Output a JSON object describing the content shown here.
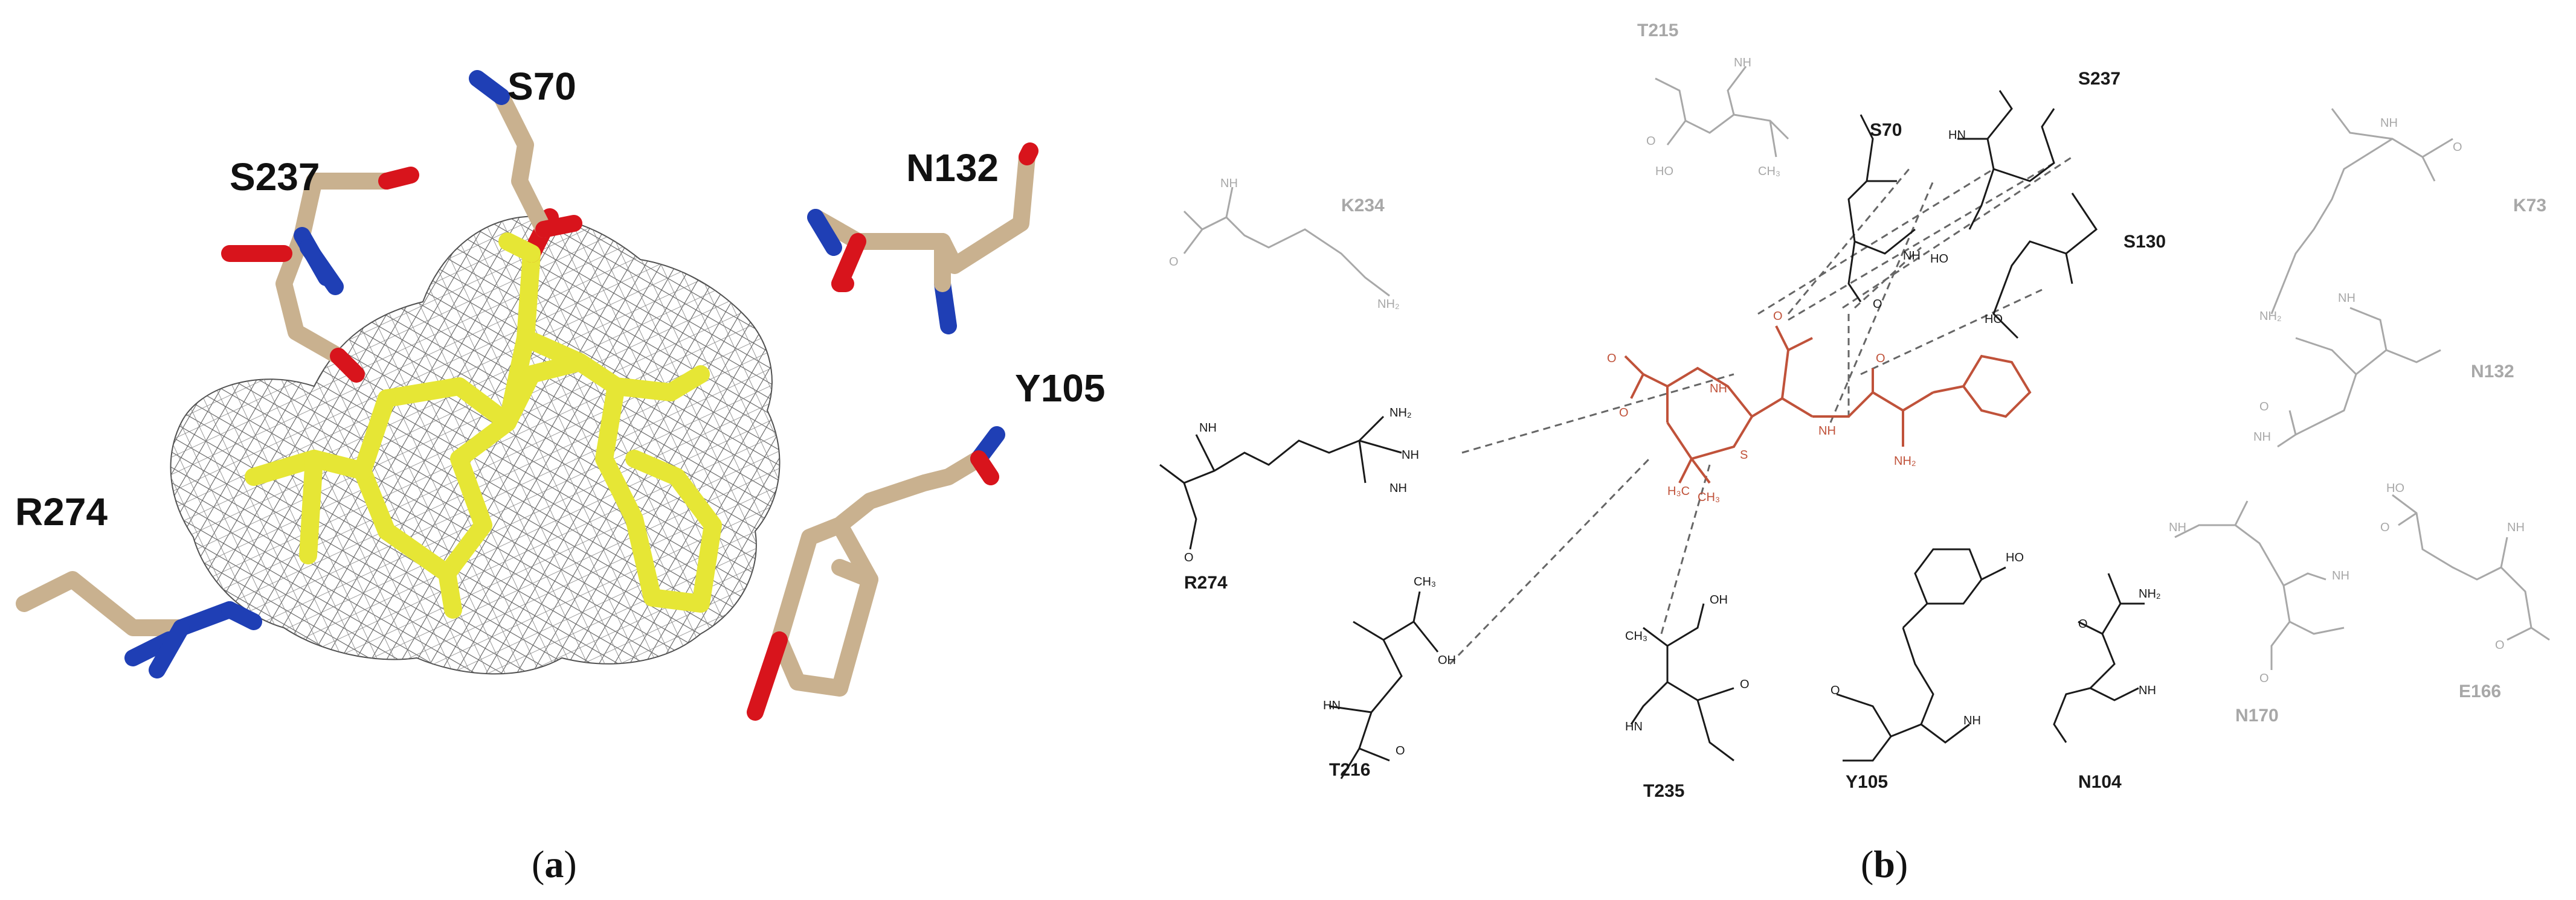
{
  "panel_a": {
    "caption_letter": "a",
    "residue_labels": [
      "S70",
      "S237",
      "N132",
      "Y105",
      "R274"
    ]
  },
  "panel_b": {
    "caption_letter": "b",
    "active_residues": [
      "S237",
      "S70",
      "S130",
      "R274",
      "T216",
      "T235",
      "Y105",
      "N104"
    ],
    "faded_residues": [
      "T215",
      "K234",
      "K73",
      "N132",
      "N170",
      "E166"
    ],
    "colors": {
      "ligand": "#c0523a",
      "active": "#1a1a1a",
      "faded": "#a8a8a8",
      "hbond": "#666666",
      "carbon_stick": "#c9b18f",
      "ligand_stick": "#e6e635",
      "oxygen": "#d8141c",
      "nitrogen": "#1f3fb5",
      "mesh": "#555555"
    }
  }
}
